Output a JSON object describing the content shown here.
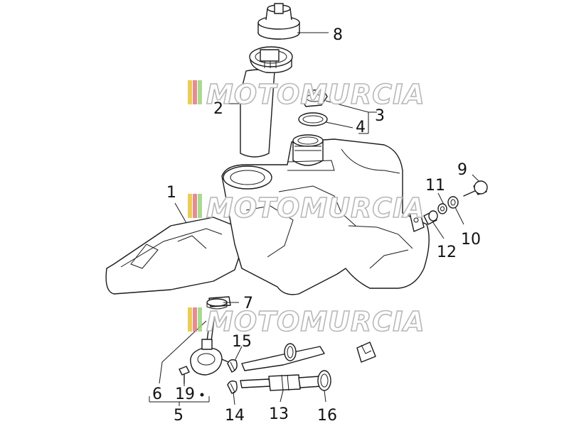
{
  "watermark": {
    "text": "MOTOMURCIA",
    "stripe_colors": [
      "#e8c33c",
      "#e07a7a",
      "#9bd27e"
    ]
  },
  "callouts": {
    "p1": "1",
    "p2": "2",
    "p3": "3",
    "p4": "4",
    "p5": "5",
    "p6": "6",
    "p7": "7",
    "p8": "8",
    "p9": "9",
    "p10": "10",
    "p11": "11",
    "p12": "12",
    "p13": "13",
    "p14": "14",
    "p15": "15",
    "p16": "16",
    "p19": "19"
  }
}
